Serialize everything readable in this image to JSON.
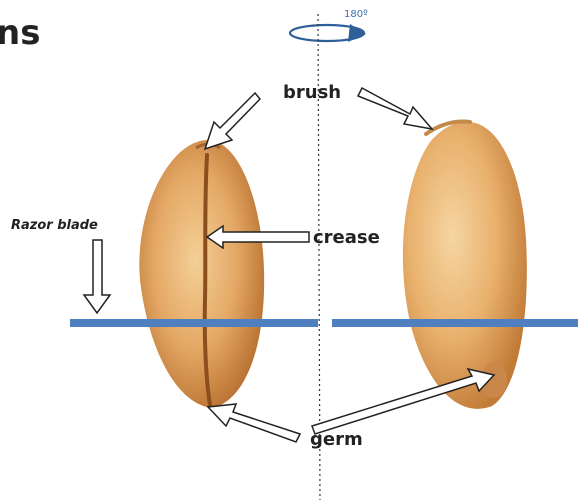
{
  "figure": {
    "title_fragment": "ns",
    "rotation_label": "180º",
    "labels": {
      "brush": "brush",
      "crease": "crease",
      "razor": "Razor blade",
      "germ": "germ"
    },
    "colors": {
      "blade": "#4f7fbe",
      "grain_light": "#f2c589",
      "grain_mid": "#dc9a52",
      "grain_dark": "#b8702f",
      "arrow_stroke": "#222222",
      "rotation_arrow": "#2f5f99"
    }
  }
}
